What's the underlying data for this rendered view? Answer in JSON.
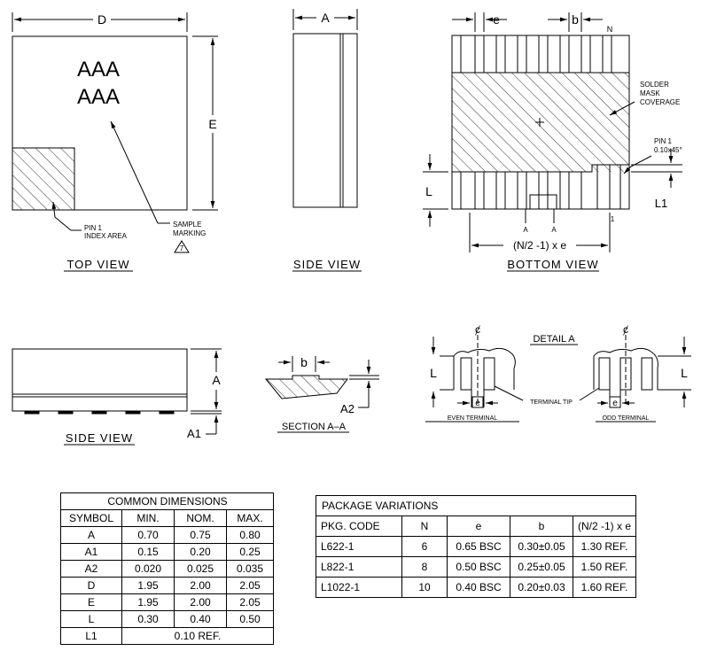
{
  "views": {
    "top": {
      "title": "TOP VIEW",
      "dim_d": "D",
      "dim_e": "E",
      "marking_line1": "AAA",
      "marking_line2": "AAA",
      "pin1_label_1": "PIN 1",
      "pin1_label_2": "INDEX AREA",
      "sample_label_1": "SAMPLE",
      "sample_label_2": "MARKING",
      "note_number": "7"
    },
    "side_top": {
      "title": "SIDE VIEW",
      "dim_a": "A"
    },
    "bottom": {
      "title": "BOTTOM VIEW",
      "dim_e": "e",
      "dim_b": "b",
      "label_n": "N",
      "solder_1": "SOLDER",
      "solder_2": "MASK",
      "solder_3": "COVERAGE",
      "pin1_1": "PIN 1",
      "pin1_2": "0.10x45°",
      "dim_l": "L",
      "dim_l1": "L1",
      "section_a_left": "A",
      "section_a_right": "A",
      "pin_one": "1",
      "pitch_label": "(N/2 -1) x e"
    },
    "side_bottom": {
      "title": "SIDE VIEW",
      "dim_a": "A",
      "dim_a1": "A1"
    },
    "section": {
      "title": "SECTION A–A",
      "dim_b": "b",
      "dim_a2": "A2"
    },
    "detail": {
      "title": "DETAIL A",
      "centerline": "ȼ",
      "dim_l_left": "L",
      "dim_l_right": "L",
      "terminal_tip": "TERMINAL TIP",
      "box_e_left": "e",
      "box_e_right": "e",
      "even_label": "EVEN TERMINAL",
      "odd_label": "ODD TERMINAL"
    }
  },
  "common_dimensions": {
    "title": "COMMON DIMENSIONS",
    "headers": [
      "SYMBOL",
      "MIN.",
      "NOM.",
      "MAX."
    ],
    "rows": [
      [
        "A",
        "0.70",
        "0.75",
        "0.80"
      ],
      [
        "A1",
        "0.15",
        "0.20",
        "0.25"
      ],
      [
        "A2",
        "0.020",
        "0.025",
        "0.035"
      ],
      [
        "D",
        "1.95",
        "2.00",
        "2.05"
      ],
      [
        "E",
        "1.95",
        "2.00",
        "2.05"
      ],
      [
        "L",
        "0.30",
        "0.40",
        "0.50"
      ]
    ],
    "l1_symbol": "L1",
    "l1_value": "0.10 REF."
  },
  "package_variations": {
    "title": "PACKAGE VARIATIONS",
    "headers": [
      "PKG. CODE",
      "N",
      "e",
      "b",
      "(N/2 -1) x e"
    ],
    "rows": [
      [
        "L622-1",
        "6",
        "0.65 BSC",
        "0.30±0.05",
        "1.30 REF."
      ],
      [
        "L822-1",
        "8",
        "0.50 BSC",
        "0.25±0.05",
        "1.50 REF."
      ],
      [
        "L1022-1",
        "10",
        "0.40 BSC",
        "0.20±0.03",
        "1.60 REF."
      ]
    ]
  }
}
